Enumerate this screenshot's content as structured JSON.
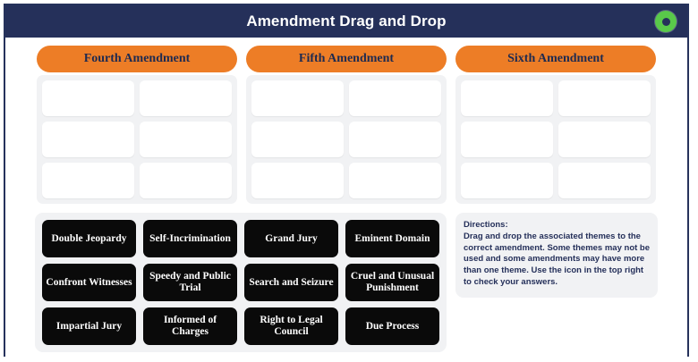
{
  "header": {
    "title": "Amendment Drag and Drop",
    "check_icon": "eye-check-icon",
    "navy": "#25305a",
    "green": "#59c94a"
  },
  "theme": {
    "orange": "#ed7d26",
    "panel_gray": "#f1f2f4",
    "tile_black": "#0a0a0a",
    "text_navy": "#25305a"
  },
  "columns": [
    {
      "label": "Fourth Amendment",
      "slot_count": 6
    },
    {
      "label": "Fifth Amendment",
      "slot_count": 6
    },
    {
      "label": "Sixth Amendment",
      "slot_count": 6
    }
  ],
  "tiles": [
    "Double Jeopardy",
    "Self-Incrimination",
    "Grand Jury",
    "Eminent Domain",
    "Confront Witnesses",
    "Speedy and Public Trial",
    "Search and Seizure",
    "Cruel and Unusual Punishment",
    "Impartial Jury",
    "Informed of Charges",
    "Right to Legal Council",
    "Due Process"
  ],
  "directions": {
    "title": "Directions:",
    "body": "Drag and drop the associated themes to the correct amendment. Some themes may not be used and some amendments may have more than one theme. Use the icon in the top right to check your answers."
  }
}
